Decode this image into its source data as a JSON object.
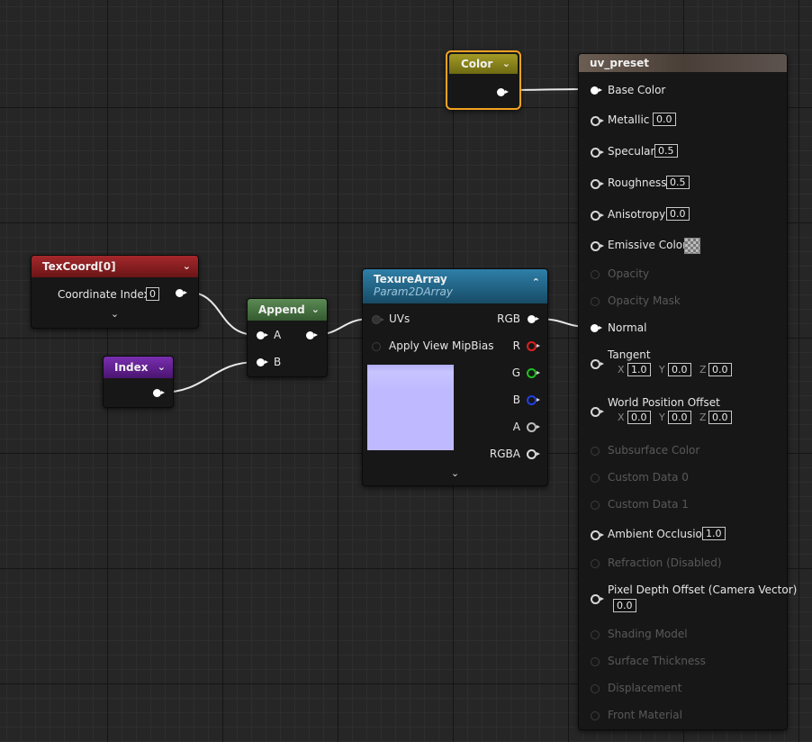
{
  "nodes": {
    "color": {
      "title": "Color"
    },
    "texcoord": {
      "title": "TexCoord[0]",
      "coordinate_index_label": "Coordinate Index",
      "coordinate_index_value": "0"
    },
    "index": {
      "title": "Index"
    },
    "append": {
      "title": "Append",
      "input_a": "A",
      "input_b": "B"
    },
    "texture_array": {
      "title": "TexureArray",
      "subtitle": "Param2DArray",
      "inputs": [
        "UVs",
        "Apply View MipBias"
      ],
      "outputs": [
        "RGB",
        "R",
        "G",
        "B",
        "A",
        "RGBA"
      ]
    },
    "material": {
      "title": "uv_preset",
      "pins": [
        {
          "label": "Base Color"
        },
        {
          "label": "Metallic",
          "value": "0.0"
        },
        {
          "label": "Specular",
          "value": "0.5"
        },
        {
          "label": "Roughness",
          "value": "0.5"
        },
        {
          "label": "Anisotropy",
          "value": "0.0"
        },
        {
          "label": "Emissive Color"
        },
        {
          "label": "Opacity"
        },
        {
          "label": "Opacity Mask"
        },
        {
          "label": "Normal"
        },
        {
          "label": "Tangent",
          "x": "1.0",
          "y": "0.0",
          "z": "0.0"
        },
        {
          "label": "World Position Offset",
          "x": "0.0",
          "y": "0.0",
          "z": "0.0"
        },
        {
          "label": "Subsurface Color"
        },
        {
          "label": "Custom Data 0"
        },
        {
          "label": "Custom Data 1"
        },
        {
          "label": "Ambient Occlusion",
          "value": "1.0"
        },
        {
          "label": "Refraction (Disabled)"
        },
        {
          "label": "Pixel Depth Offset (Camera Vector)",
          "value": "0.0"
        },
        {
          "label": "Shading Model"
        },
        {
          "label": "Surface Thickness"
        },
        {
          "label": "Displacement"
        },
        {
          "label": "Front Material"
        }
      ]
    }
  },
  "axis_labels": {
    "x": "X",
    "y": "Y",
    "z": "Z"
  },
  "colors": {
    "texcoord_header": "#8e1f22",
    "index_header": "#5c1d86",
    "append_header": "#3f6a3a",
    "color_header": "#7f7a13",
    "texture_header": "#1f5f82",
    "material_header": "#5a4a40",
    "selection": "#f4a320",
    "pin_r": "#e02020",
    "pin_g": "#20c020",
    "pin_b": "#2040e0",
    "texture_preview": "#bfbaff"
  }
}
